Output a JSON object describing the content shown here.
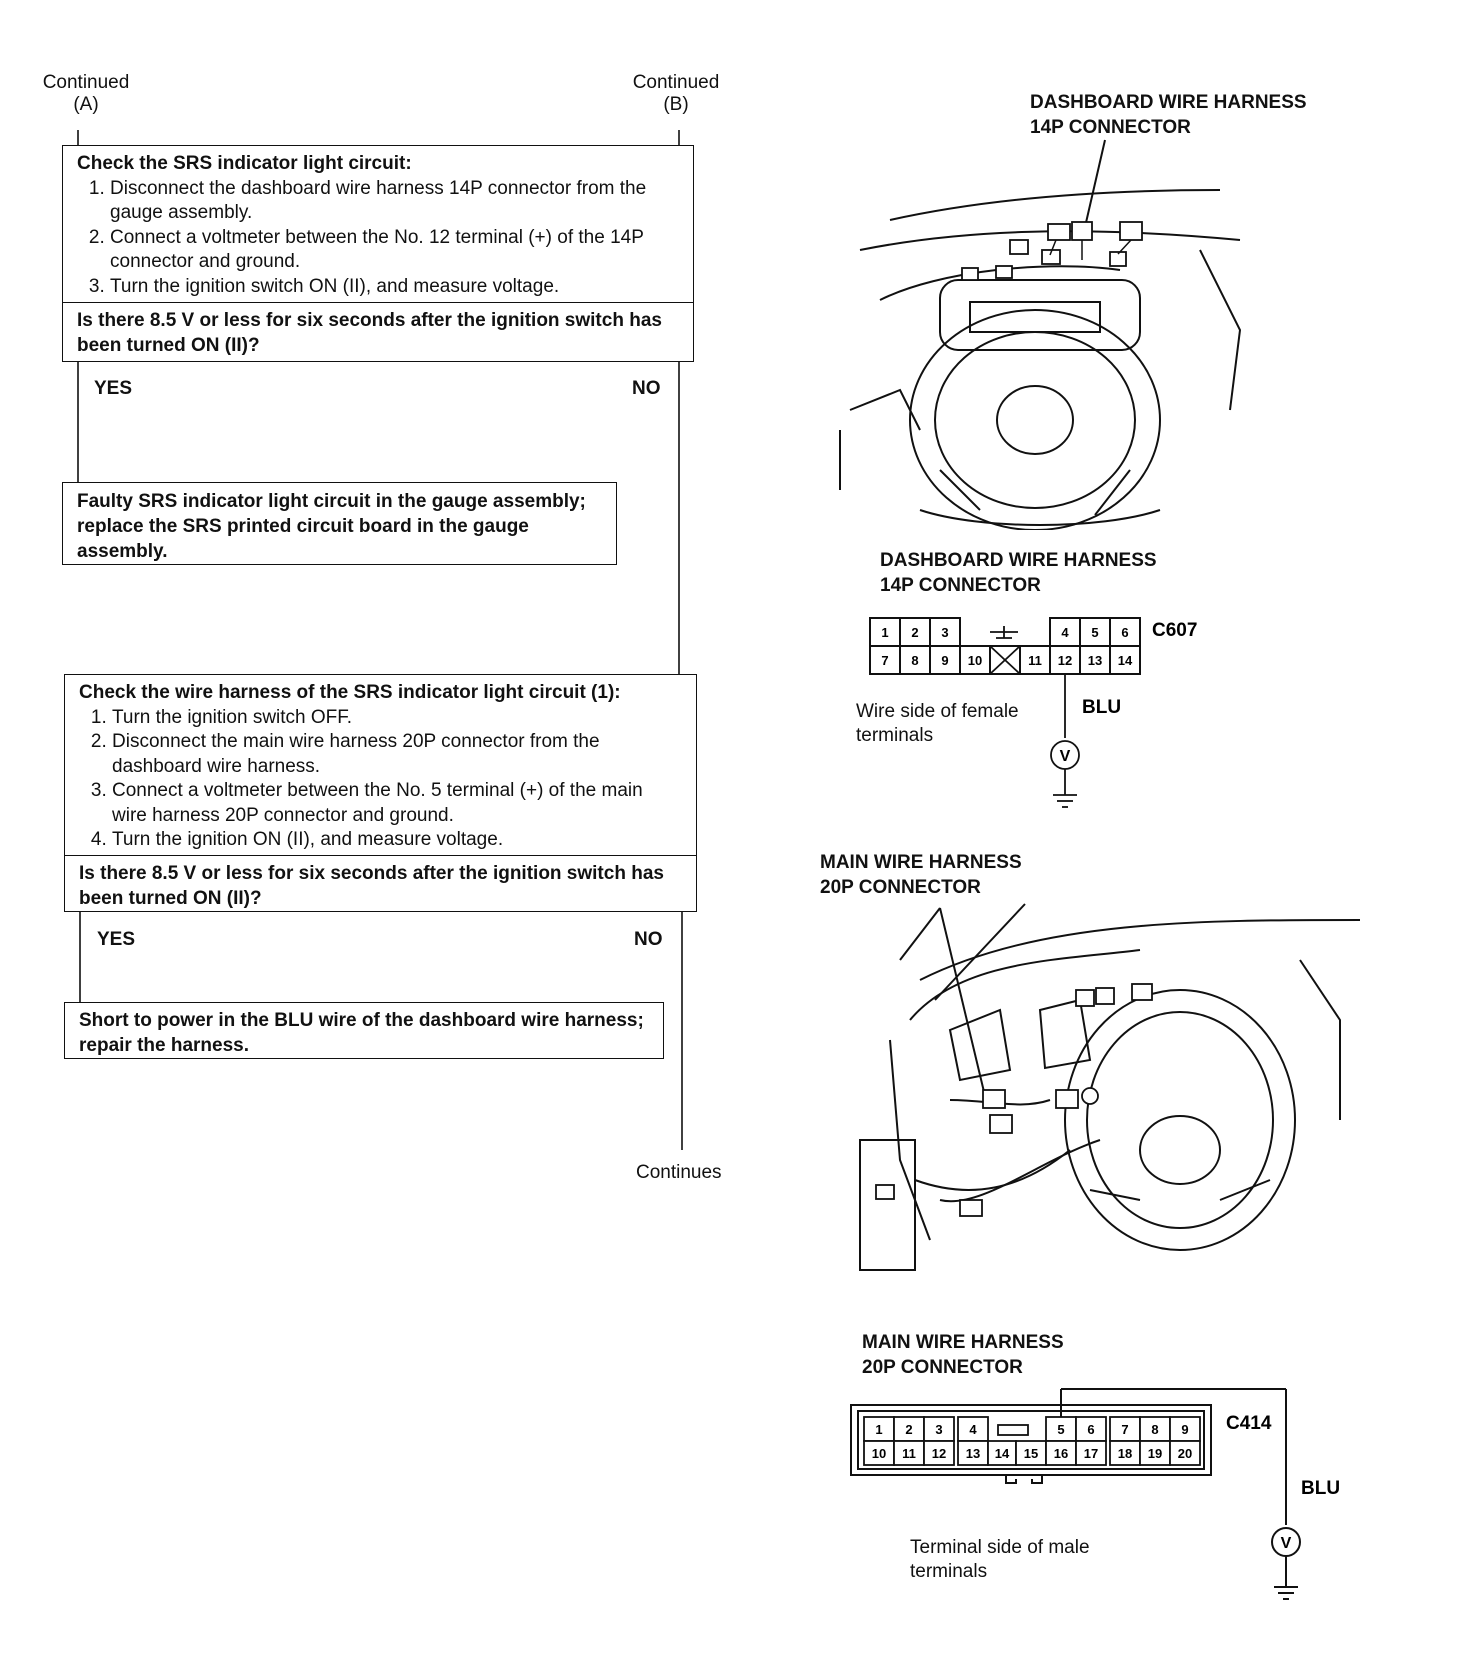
{
  "left": {
    "continued_a": {
      "top": "Continued",
      "ref": "(A)"
    },
    "continued_b": {
      "top": "Continued",
      "ref": "(B)"
    },
    "step1": {
      "title": "Check the SRS indicator light circuit:",
      "items": [
        "Disconnect the dashboard wire harness 14P connector from the gauge assembly.",
        "Connect a voltmeter between the No. 12 terminal (+) of the 14P connector and ground.",
        "Turn the ignition switch ON (II), and measure voltage."
      ],
      "question": "Is there 8.5 V or less for six seconds after the ignition switch has been turned ON (II)?",
      "yes": "YES",
      "no": "NO",
      "result": "Faulty SRS indicator light circuit in the gauge assembly; replace the SRS printed circuit board in the gauge assembly."
    },
    "step2": {
      "title": "Check the wire harness of the SRS indicator light circuit (1):",
      "items": [
        "Turn the ignition switch OFF.",
        "Disconnect the main wire harness 20P connector from the dashboard wire harness.",
        "Connect a voltmeter between the No. 5 terminal (+) of the main wire harness 20P connector and ground.",
        "Turn the ignition ON (II), and measure voltage."
      ],
      "question": "Is there 8.5 V or less for six seconds after the ignition switch has been turned ON (II)?",
      "yes": "YES",
      "no": "NO",
      "result": "Short to power in the BLU wire of the dashboard wire harness; repair the harness."
    },
    "continues": "Continues"
  },
  "right": {
    "top_callout": "DASHBOARD WIRE HARNESS\n14P CONNECTOR",
    "c14_title": "DASHBOARD WIRE HARNESS\n14P CONNECTOR",
    "c14_code": "C607",
    "c14_row1_left": [
      "1",
      "2",
      "3"
    ],
    "c14_row1_right": [
      "4",
      "5",
      "6"
    ],
    "c14_row2_left": [
      "7",
      "8",
      "9",
      "10"
    ],
    "c14_row2_right": [
      "11",
      "12",
      "13",
      "14"
    ],
    "c14_note": "Wire side of female\nterminals",
    "c14_wire": "BLU",
    "mid_callout": "MAIN WIRE HARNESS\n20P CONNECTOR",
    "c20_title": "MAIN WIRE HARNESS\n20P CONNECTOR",
    "c20_code": "C414",
    "c20_row1": [
      "1",
      "2",
      "3",
      "4",
      "",
      "5",
      "6",
      "7",
      "8",
      "9"
    ],
    "c20_row2": [
      "10",
      "11",
      "12",
      "13",
      "14",
      "15",
      "16",
      "17",
      "18",
      "19",
      "20"
    ],
    "c20_note": "Terminal side of male\nterminals",
    "c20_wire": "BLU",
    "voltmeter": "V"
  }
}
